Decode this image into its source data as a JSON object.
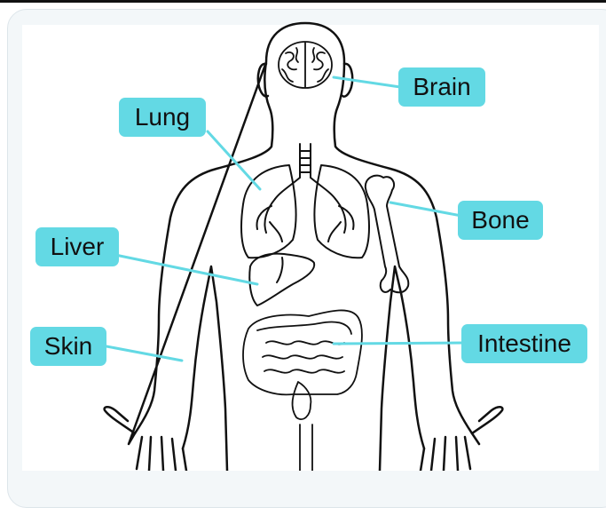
{
  "labels": {
    "brain": "Brain",
    "lung": "Lung",
    "bone": "Bone",
    "liver": "Liver",
    "skin": "Skin",
    "intestine": "Intestine"
  },
  "colors": {
    "label_fill": "#63d9e4",
    "leader_line": "#63d9e4",
    "outline": "#111111",
    "card_background": "#f3f7f9"
  }
}
